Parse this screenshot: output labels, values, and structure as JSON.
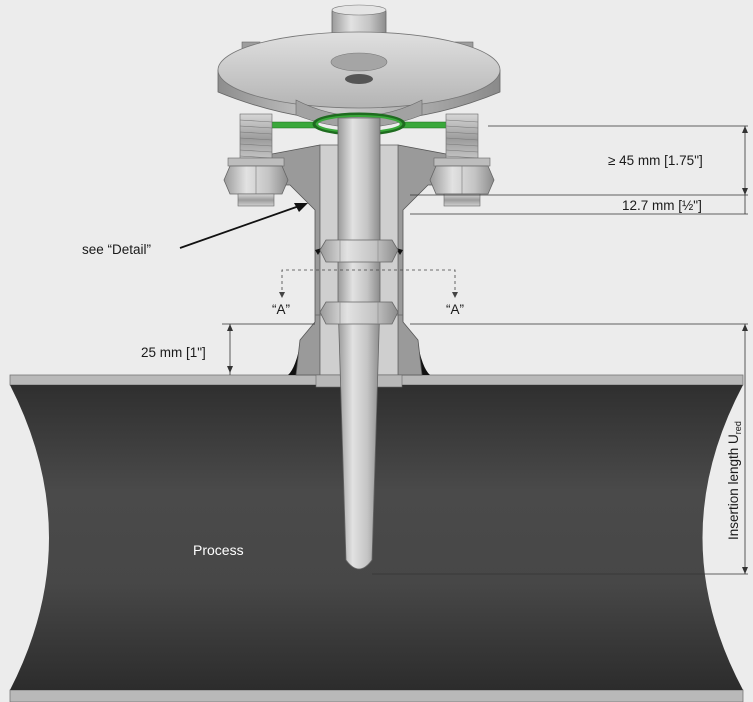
{
  "labels": {
    "thickness_45": "≥ 45 mm [1.75\"]",
    "thickness_127": "12.7 mm [½\"]",
    "see_detail": "see “Detail”",
    "section_left": "“A”",
    "section_right": "“A”",
    "height_25": "25 mm [1\"]",
    "process": "Process",
    "insertion_main": "Insertion length U",
    "insertion_sub": "red"
  },
  "colors": {
    "background": "#ececec",
    "pipe": "#3d3d3d",
    "metal": "#c9c9c9",
    "gasket": "#39a83a"
  }
}
